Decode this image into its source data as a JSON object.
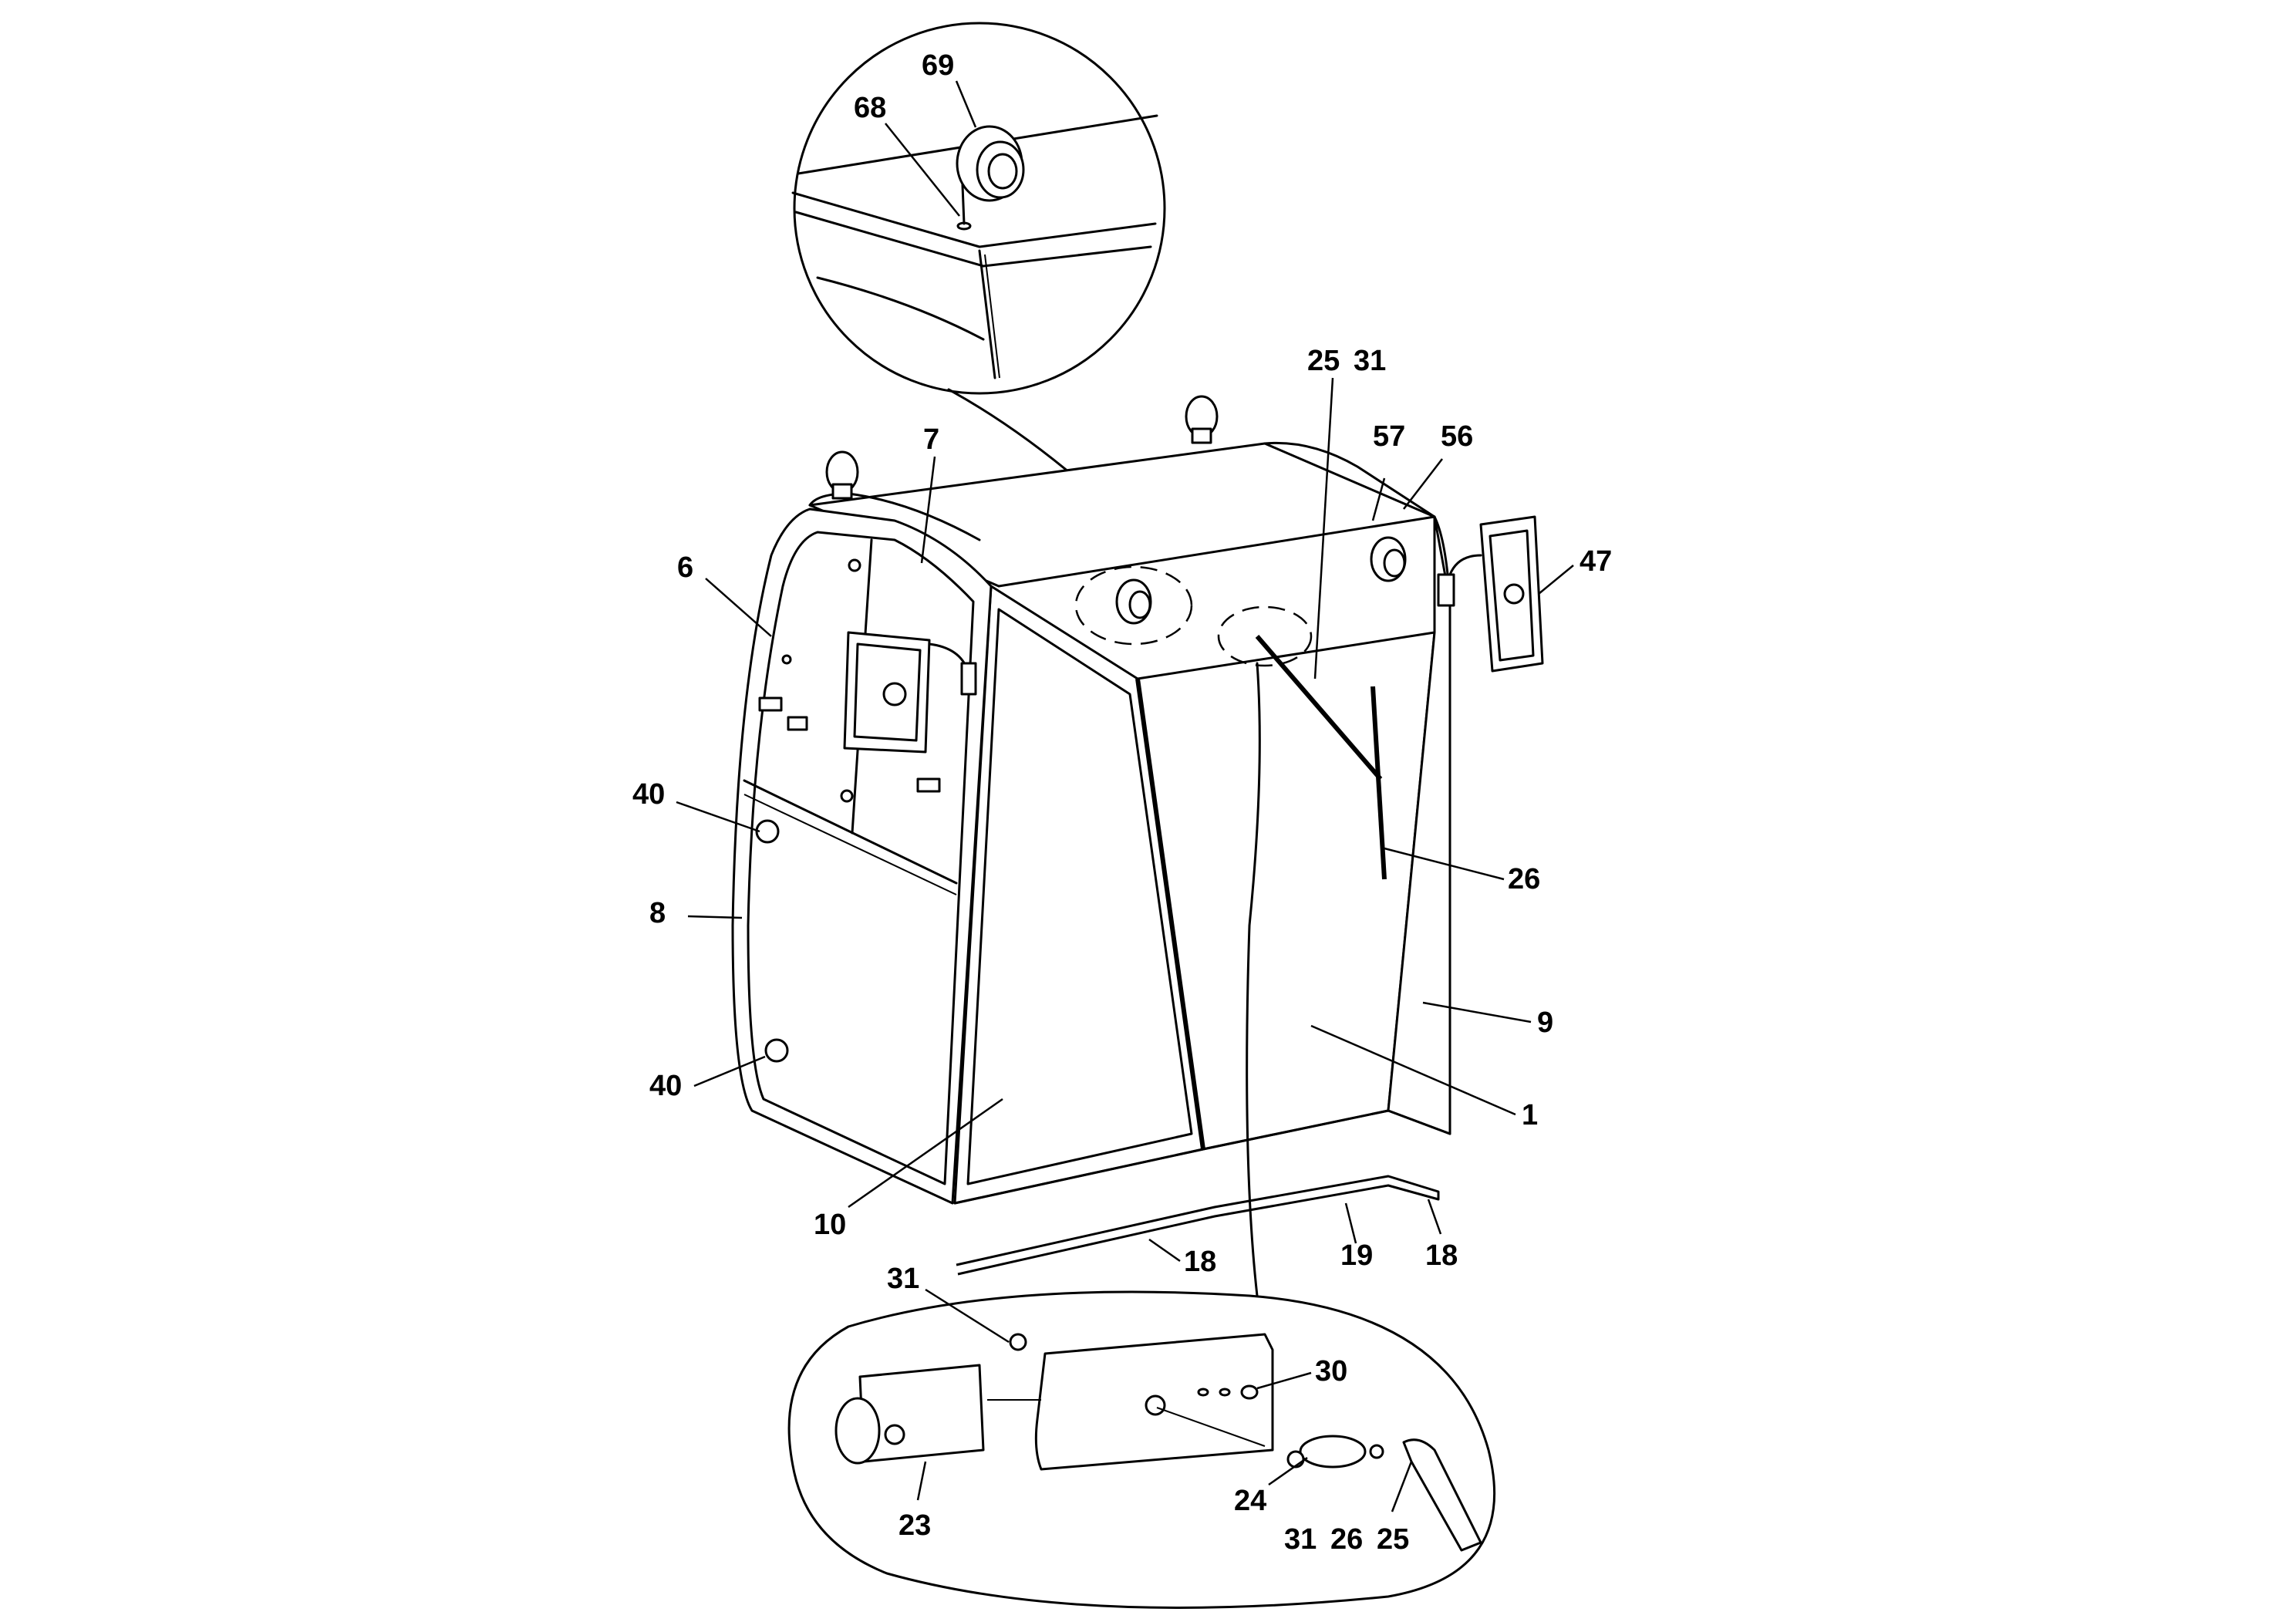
{
  "labels": {
    "l69": "69",
    "l68": "68",
    "l25a": "25",
    "l31a": "31",
    "l57": "57",
    "l56": "56",
    "l47": "47",
    "l7": "7",
    "l6": "6",
    "l40a": "40",
    "l8": "8",
    "l40b": "40",
    "l26a": "26",
    "l9": "9",
    "l1": "1",
    "l10": "10",
    "l18a": "18",
    "l19": "19",
    "l18b": "18",
    "l31b": "31",
    "l30": "30",
    "l23": "23",
    "l24": "24",
    "l31c": "31",
    "l26b": "26",
    "l25b": "25"
  }
}
